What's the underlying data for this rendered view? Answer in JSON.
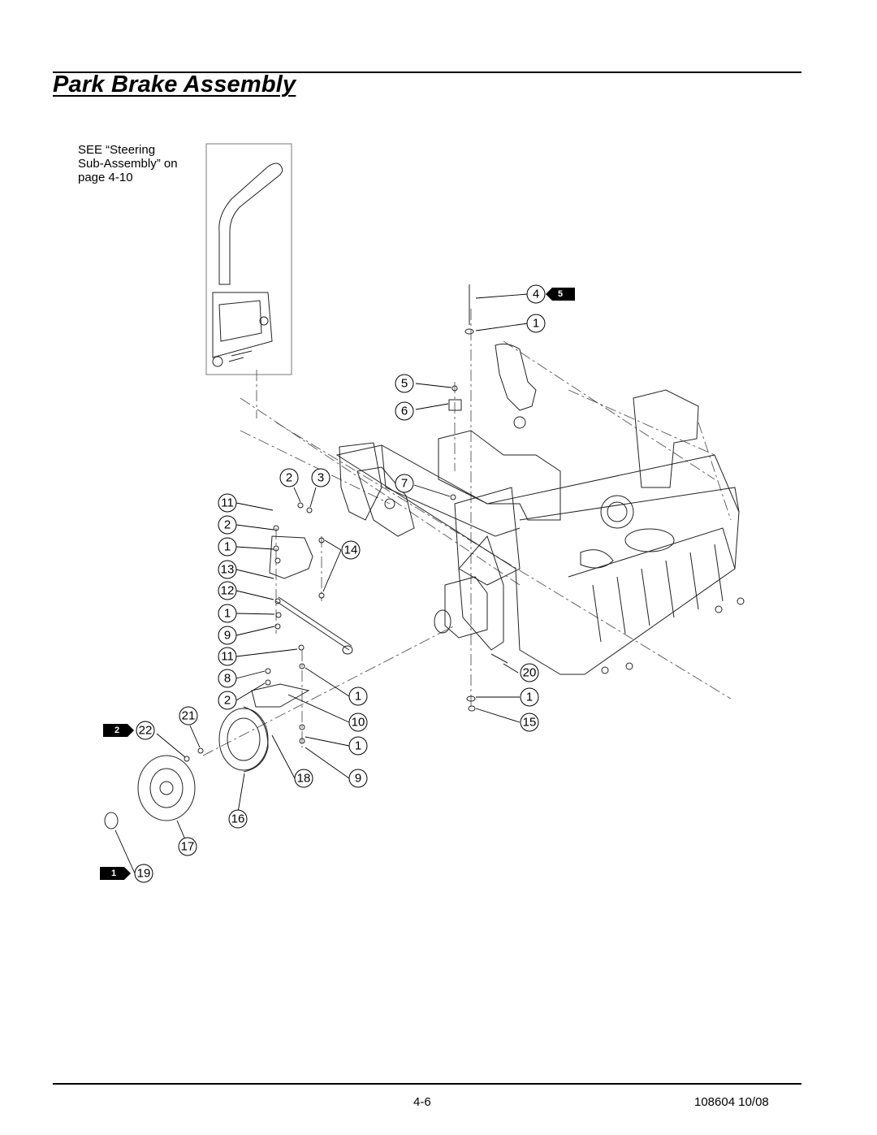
{
  "page": {
    "title": "Park Brake Assembly",
    "see_note": [
      "SEE “Steering",
      "Sub-Assembly” on",
      "page 4-10"
    ],
    "footer": {
      "page_number": "4-6",
      "doc_ref": "108604 10/08"
    }
  },
  "callouts": [
    {
      "id": "c-4",
      "label": "4"
    },
    {
      "id": "c-1a",
      "label": "1"
    },
    {
      "id": "c-5",
      "label": "5"
    },
    {
      "id": "c-6",
      "label": "6"
    },
    {
      "id": "c-2a",
      "label": "2"
    },
    {
      "id": "c-3",
      "label": "3"
    },
    {
      "id": "c-7",
      "label": "7"
    },
    {
      "id": "c-11a",
      "label": "11"
    },
    {
      "id": "c-2b",
      "label": "2"
    },
    {
      "id": "c-1b",
      "label": "1"
    },
    {
      "id": "c-14",
      "label": "14"
    },
    {
      "id": "c-13",
      "label": "13"
    },
    {
      "id": "c-12",
      "label": "12"
    },
    {
      "id": "c-1c",
      "label": "1"
    },
    {
      "id": "c-9a",
      "label": "9"
    },
    {
      "id": "c-11b",
      "label": "11"
    },
    {
      "id": "c-8",
      "label": "8"
    },
    {
      "id": "c-20",
      "label": "20"
    },
    {
      "id": "c-2c",
      "label": "2"
    },
    {
      "id": "c-1d",
      "label": "1"
    },
    {
      "id": "c-1e",
      "label": "1"
    },
    {
      "id": "c-21",
      "label": "21"
    },
    {
      "id": "c-10",
      "label": "10"
    },
    {
      "id": "c-15",
      "label": "15"
    },
    {
      "id": "c-22",
      "label": "22"
    },
    {
      "id": "c-1f",
      "label": "1"
    },
    {
      "id": "c-18",
      "label": "18"
    },
    {
      "id": "c-9b",
      "label": "9"
    },
    {
      "id": "c-16",
      "label": "16"
    },
    {
      "id": "c-17",
      "label": "17"
    },
    {
      "id": "c-19",
      "label": "19"
    }
  ],
  "badges": [
    {
      "id": "b-5",
      "label": "5"
    },
    {
      "id": "b-2",
      "label": "2"
    },
    {
      "id": "b-1",
      "label": "1"
    }
  ]
}
